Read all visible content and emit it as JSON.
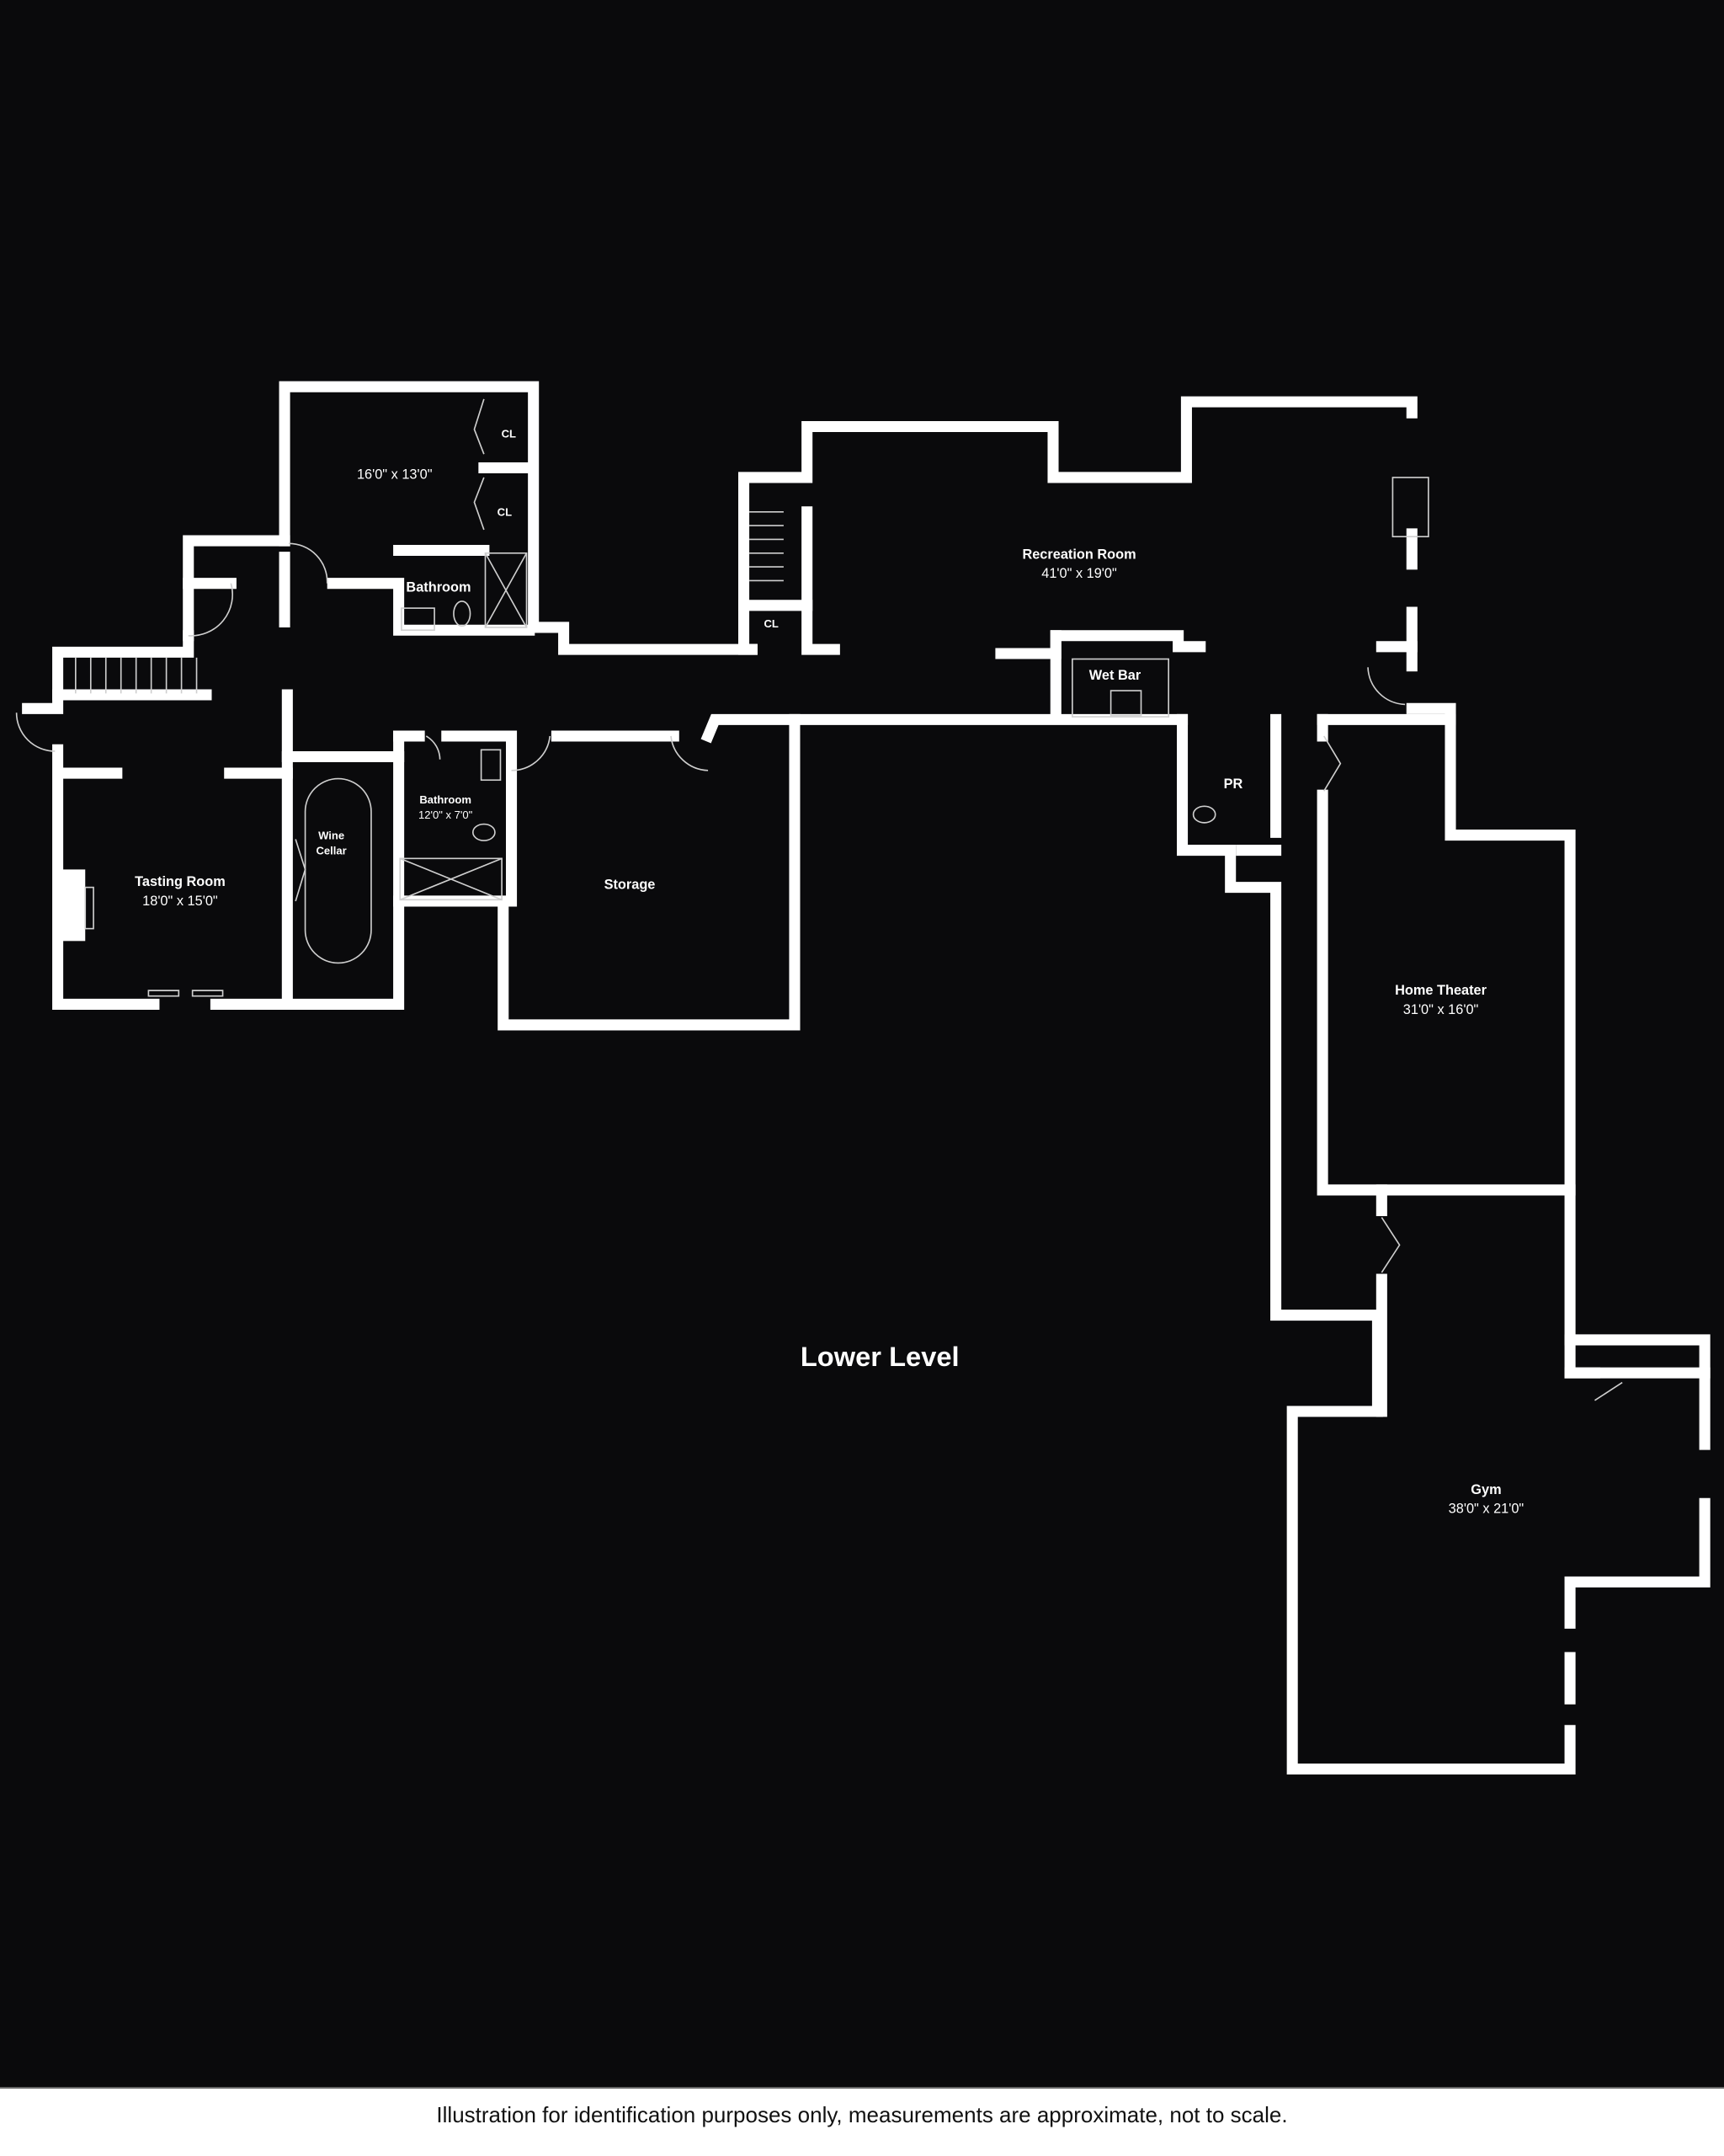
{
  "floor_title": "Lower Level",
  "disclaimer": "Illustration for identification purposes only, measurements are approximate, not to scale.",
  "rooms": {
    "bedroom": {
      "name": "",
      "dims": "16'0\" x 13'0\""
    },
    "closet_1": {
      "name": "CL"
    },
    "closet_2": {
      "name": "CL"
    },
    "closet_3": {
      "name": "CL"
    },
    "bathroom_upper": {
      "name": "Bathroom"
    },
    "recreation": {
      "name": "Recreation Room",
      "dims": "41'0\" x 19'0\""
    },
    "wet_bar": {
      "name": "Wet Bar"
    },
    "pr": {
      "name": "PR"
    },
    "tasting": {
      "name": "Tasting Room",
      "dims": "18'0\" x 15'0\""
    },
    "wine_cellar": {
      "name_line1": "Wine",
      "name_line2": "Cellar"
    },
    "bathroom_lower": {
      "name": "Bathroom",
      "dims": "12'0\" x 7'0\""
    },
    "storage": {
      "name": "Storage"
    },
    "home_theater": {
      "name": "Home Theater",
      "dims": "31'0\" x 16'0\""
    },
    "gym": {
      "name": "Gym",
      "dims": "38'0\" x 21'0\""
    }
  }
}
